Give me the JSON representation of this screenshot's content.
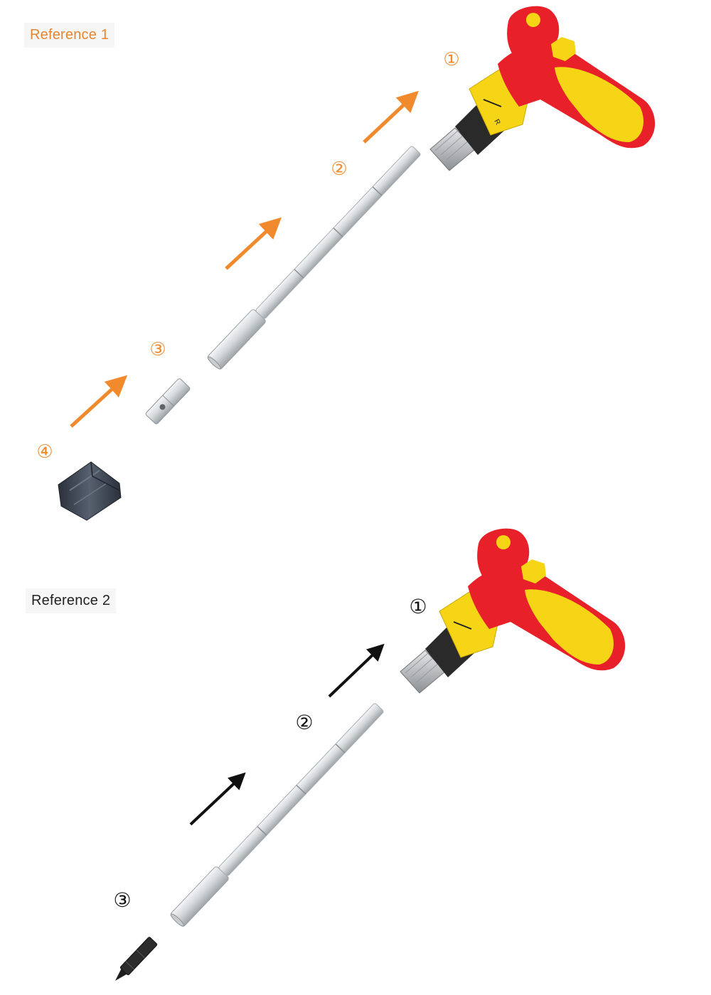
{
  "reference1": {
    "label": "Reference 1",
    "color": "#e8852e",
    "step_numbers": [
      "①",
      "②",
      "③",
      "④"
    ]
  },
  "reference2": {
    "label": "Reference 2",
    "color": "#111111",
    "step_numbers": [
      "①",
      "②",
      "③"
    ]
  },
  "colors": {
    "handle_red": "#e8202a",
    "handle_yellow": "#f6d516",
    "chuck_dark": "#2a2a2a",
    "metal": "#d9dde0",
    "socket": "#3c4350"
  },
  "icons": [
    "screwdriver-handle",
    "extension-bar",
    "socket-adapter",
    "socket",
    "screwdriver-bit",
    "arrow"
  ]
}
